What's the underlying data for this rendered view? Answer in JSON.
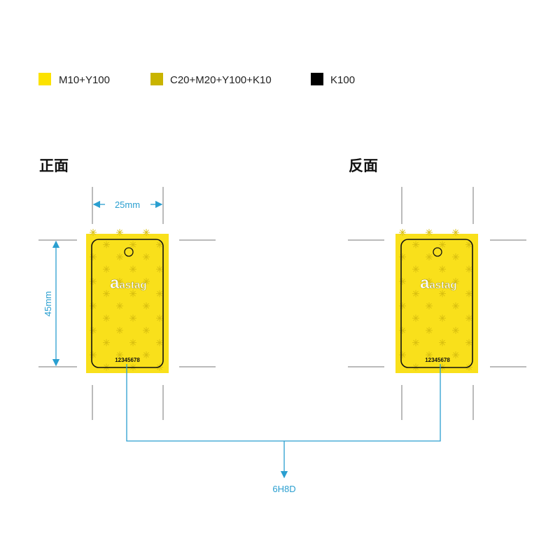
{
  "legend": [
    {
      "label": "M10+Y100",
      "color": "#fce200"
    },
    {
      "label": "C20+M20+Y100+K10",
      "color": "#c9b400"
    },
    {
      "label": "K100",
      "color": "#000000"
    }
  ],
  "front": {
    "title": "正面",
    "brand": "astag",
    "number": "12345678"
  },
  "back": {
    "title": "反面",
    "brand": "astag",
    "number": "12345678"
  },
  "dimensions": {
    "width": "25mm",
    "height": "45mm"
  },
  "connector_label": "6H8D",
  "colors": {
    "tag": "#f9e01b",
    "pattern": "#d9bf10",
    "dimension": "#2a9fd0"
  }
}
